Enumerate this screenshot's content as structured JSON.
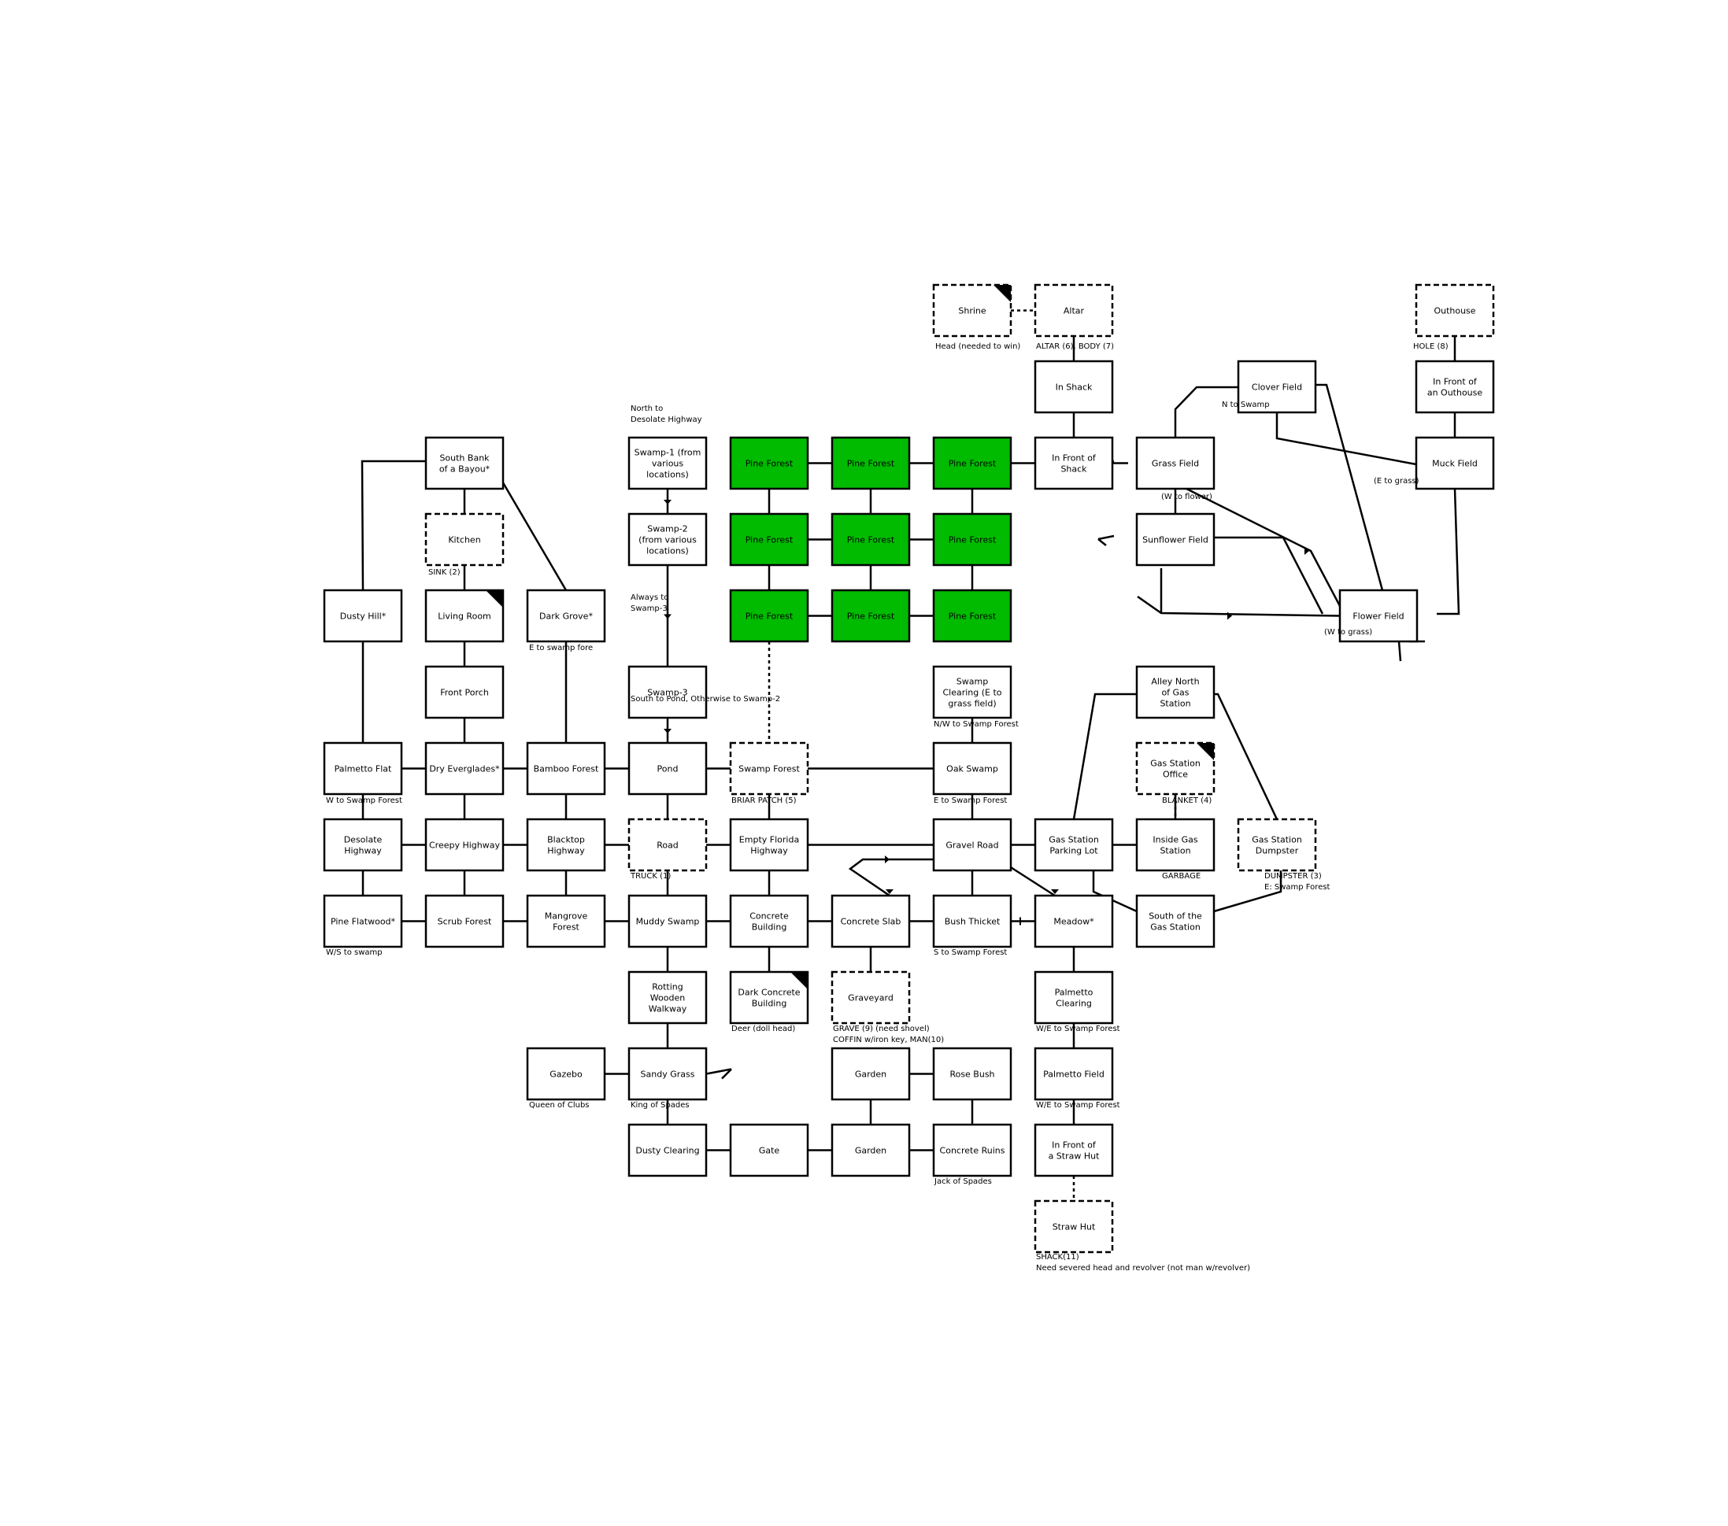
{
  "colors": {
    "background": "#ffffff",
    "line": "#000000",
    "pine_forest_fill": "#00bb00"
  },
  "rooms": {
    "shrine": {
      "label": [
        "Shrine"
      ],
      "style": "dashed",
      "corner": true
    },
    "altar": {
      "label": [
        "Altar"
      ],
      "style": "dashed"
    },
    "outhouse": {
      "label": [
        "Outhouse"
      ],
      "style": "dashed"
    },
    "in_shack": {
      "label": [
        "In Shack"
      ]
    },
    "clover_field": {
      "label": [
        "Clover Field"
      ]
    },
    "in_front_outhouse": {
      "label": [
        "In Front of",
        "an Outhouse"
      ]
    },
    "south_bank": {
      "label": [
        "South Bank",
        "of a Bayou*"
      ]
    },
    "swamp1": {
      "label": [
        "Swamp-1 (from",
        "various",
        "locations)"
      ]
    },
    "pine_1a": {
      "label": [
        "Pine Forest"
      ],
      "style": "green"
    },
    "pine_1b": {
      "label": [
        "Pine Forest"
      ],
      "style": "green"
    },
    "pine_1c": {
      "label": [
        "Pine Forest"
      ],
      "style": "green"
    },
    "in_front_shack": {
      "label": [
        "In Front of",
        "Shack"
      ]
    },
    "grass_field": {
      "label": [
        "Grass Field"
      ]
    },
    "muck_field": {
      "label": [
        "Muck Field"
      ]
    },
    "kitchen": {
      "label": [
        "Kitchen"
      ],
      "style": "dashed"
    },
    "swamp2": {
      "label": [
        "Swamp-2",
        "(from various",
        "locations)"
      ]
    },
    "pine_2a": {
      "label": [
        "Pine Forest"
      ],
      "style": "green"
    },
    "pine_2b": {
      "label": [
        "Pine Forest"
      ],
      "style": "green"
    },
    "pine_2c": {
      "label": [
        "Pine Forest"
      ],
      "style": "green"
    },
    "sunflower_field": {
      "label": [
        "Sunflower Field"
      ]
    },
    "dusty_hill": {
      "label": [
        "Dusty Hill*"
      ]
    },
    "living_room": {
      "label": [
        "Living Room"
      ],
      "corner": true
    },
    "dark_grove": {
      "label": [
        "Dark Grove*"
      ]
    },
    "pine_3a": {
      "label": [
        "Pine Forest"
      ],
      "style": "green"
    },
    "pine_3b": {
      "label": [
        "Pine Forest"
      ],
      "style": "green"
    },
    "pine_3c": {
      "label": [
        "Pine Forest"
      ],
      "style": "green"
    },
    "flower_field": {
      "label": [
        "Flower Field"
      ]
    },
    "swamp3": {
      "label": [
        "Swamp-3"
      ]
    },
    "front_porch": {
      "label": [
        "Front Porch"
      ]
    },
    "swamp_clearing": {
      "label": [
        "Swamp",
        "Clearing (E to",
        "grass field)"
      ]
    },
    "alley_north": {
      "label": [
        "Alley North",
        "of Gas",
        "Station"
      ]
    },
    "palmetto_flat": {
      "label": [
        "Palmetto Flat"
      ]
    },
    "dry_everglades": {
      "label": [
        "Dry Everglades*"
      ]
    },
    "bamboo_forest": {
      "label": [
        "Bamboo Forest"
      ]
    },
    "pond": {
      "label": [
        "Pond"
      ]
    },
    "swamp_forest": {
      "label": [
        "Swamp Forest"
      ],
      "style": "dashed"
    },
    "oak_swamp": {
      "label": [
        "Oak Swamp"
      ]
    },
    "gas_office": {
      "label": [
        "Gas Station",
        "Office"
      ],
      "style": "dashed",
      "corner": true
    },
    "desolate_highway": {
      "label": [
        "Desolate",
        "Highway"
      ]
    },
    "creepy_highway": {
      "label": [
        "Creepy Highway"
      ]
    },
    "blacktop_highway": {
      "label": [
        "Blacktop",
        "Highway"
      ]
    },
    "road": {
      "label": [
        "Road"
      ],
      "style": "dashed"
    },
    "empty_florida": {
      "label": [
        "Empty Florida",
        "Highway"
      ]
    },
    "gravel_road": {
      "label": [
        "Gravel Road"
      ]
    },
    "gas_parking": {
      "label": [
        "Gas Station",
        "Parking Lot"
      ]
    },
    "inside_gas": {
      "label": [
        "Inside Gas",
        "Station"
      ]
    },
    "gas_dumpster": {
      "label": [
        "Gas Station",
        "Dumpster"
      ],
      "style": "dashed"
    },
    "pine_flatwood": {
      "label": [
        "Pine Flatwood*"
      ]
    },
    "scrub_forest": {
      "label": [
        "Scrub Forest"
      ]
    },
    "mangrove_forest": {
      "label": [
        "Mangrove",
        "Forest"
      ]
    },
    "muddy_swamp": {
      "label": [
        "Muddy Swamp"
      ]
    },
    "concrete_building": {
      "label": [
        "Concrete",
        "Building"
      ]
    },
    "concrete_slab": {
      "label": [
        "Concrete Slab"
      ]
    },
    "bush_thicket": {
      "label": [
        "Bush Thicket"
      ]
    },
    "meadow": {
      "label": [
        "Meadow*"
      ]
    },
    "south_gas": {
      "label": [
        "South of the",
        "Gas Station"
      ]
    },
    "rotting_walkway": {
      "label": [
        "Rotting",
        "Wooden",
        "Walkway"
      ]
    },
    "dark_concrete": {
      "label": [
        "Dark Concrete",
        "Building"
      ],
      "corner": true
    },
    "graveyard": {
      "label": [
        "Graveyard"
      ],
      "style": "dashed"
    },
    "palmetto_clearing": {
      "label": [
        "Palmetto",
        "Clearing"
      ]
    },
    "gazebo": {
      "label": [
        "Gazebo"
      ]
    },
    "sandy_grass": {
      "label": [
        "Sandy Grass"
      ]
    },
    "garden1": {
      "label": [
        "Garden"
      ]
    },
    "rose_bush": {
      "label": [
        "Rose Bush"
      ]
    },
    "palmetto_field": {
      "label": [
        "Palmetto Field"
      ]
    },
    "dusty_clearing": {
      "label": [
        "Dusty Clearing"
      ]
    },
    "gate": {
      "label": [
        "Gate"
      ]
    },
    "garden2": {
      "label": [
        "Garden"
      ]
    },
    "concrete_ruins": {
      "label": [
        "Concrete Ruins"
      ]
    },
    "in_front_straw": {
      "label": [
        "In Front of",
        "a Straw Hut"
      ]
    },
    "straw_hut": {
      "label": [
        "Straw Hut"
      ],
      "style": "dashed"
    }
  },
  "notes": {
    "head": "Head (needed to win)",
    "altar_body": "ALTAR (6), BODY (7)",
    "hole": "HOLE (8)",
    "n_to_swamp": "N to Swamp",
    "north_to_desolate_1": "North to",
    "north_to_desolate_2": "Desolate Highway",
    "e_to_grass": "(E to grass)",
    "w_to_flower": "(W to flower)",
    "sink": "SINK (2)",
    "always_swamp3_1": "Always to",
    "always_swamp3_2": "Swamp-3",
    "w_to_grass": "(W to grass)",
    "e_to_swamp_fore": "E to swamp fore",
    "south_to_pond": "South to Pond, Otherwise to Swamp-2",
    "nw_to_swamp_forest": "N/W to Swamp Forest",
    "w_to_swamp_forest": "W to Swamp Forest",
    "briar_patch": "BRIAR PATCH (5)",
    "e_to_swamp_forest": "E to Swamp Forest",
    "blanket": "BLANKET (4)",
    "truck": "TRUCK (1)",
    "garbage": "GARBAGE",
    "dumpster": "DUMPSTER (3)",
    "e_swamp_forest": "E: Swamp Forest",
    "ws_to_swamp": "W/S to swamp",
    "s_to_swamp_forest": "S to Swamp Forest",
    "deer": "Deer (doll head)",
    "grave": "GRAVE (9) (need shovel)",
    "coffin": "COFFIN w/iron key, MAN(10)",
    "we_swamp_forest_1": "W/E to Swamp Forest",
    "queen_clubs": "Queen of Clubs",
    "king_spades": "King of Spades",
    "we_swamp_forest_2": "W/E to Swamp Forest",
    "jack_spades": "Jack of Spades",
    "shack": "SHACK(11)",
    "need_head": "Need severed head and revolver (not man w/revolver)"
  }
}
